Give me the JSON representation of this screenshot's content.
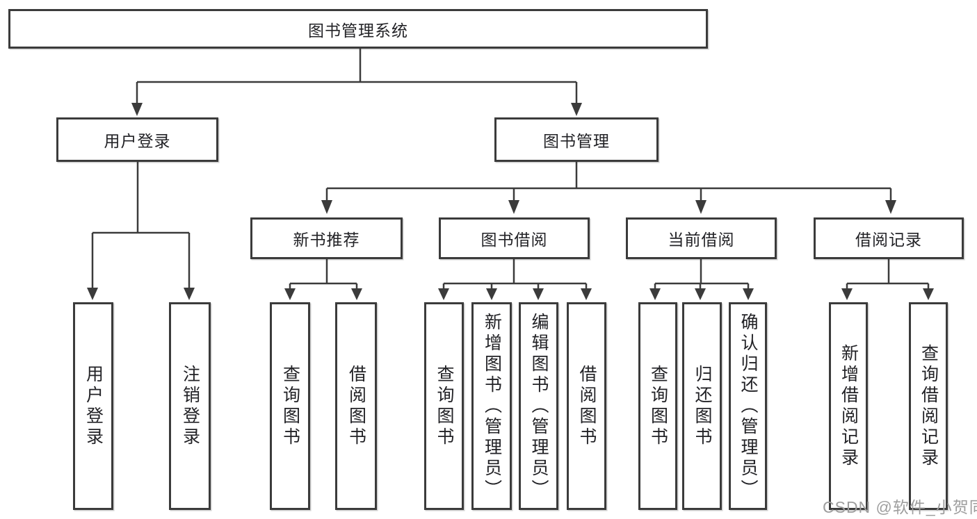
{
  "colors": {
    "background": "#ffffff",
    "line": "#3b3b3b",
    "box_border": "#3b3b3b",
    "box_fill": "#ffffff",
    "text": "#222226",
    "watermark": "#9e9e9e"
  },
  "watermark": "CSDN @软件_小贺同学",
  "tree": {
    "root": {
      "label": "图书管理系统"
    },
    "branches": [
      {
        "label": "用户登录",
        "children": [
          {
            "label": "用户登录"
          },
          {
            "label": "注销登录"
          }
        ]
      },
      {
        "label": "图书管理",
        "children": [
          {
            "label": "新书推荐",
            "children": [
              {
                "label": "查询图书"
              },
              {
                "label": "借阅图书"
              }
            ]
          },
          {
            "label": "图书借阅",
            "children": [
              {
                "label": "查询图书"
              },
              {
                "label": "新增图书（管理员）"
              },
              {
                "label": "编辑图书（管理员）"
              },
              {
                "label": "借阅图书"
              }
            ]
          },
          {
            "label": "当前借阅",
            "children": [
              {
                "label": "查询图书"
              },
              {
                "label": "归还图书"
              },
              {
                "label": "确认归还（管理员）"
              }
            ]
          },
          {
            "label": "借阅记录",
            "children": [
              {
                "label": "新增借阅记录"
              },
              {
                "label": "查询借阅记录"
              }
            ]
          }
        ]
      }
    ]
  }
}
